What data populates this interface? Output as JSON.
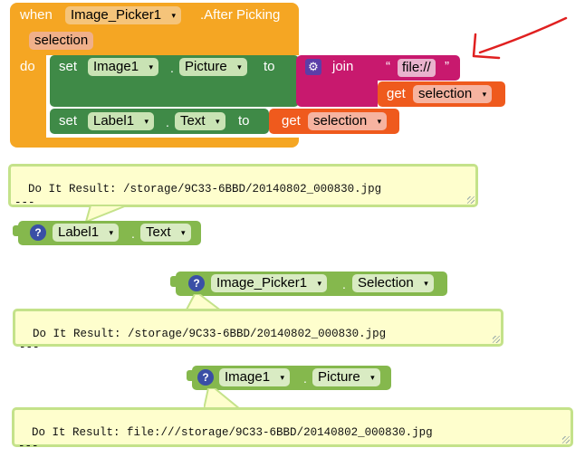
{
  "event_block": {
    "when_label": "when",
    "component": "Image_Picker1",
    "event_name": ".After Picking",
    "param": "selection",
    "do_label": "do"
  },
  "stmt1": {
    "set_label": "set",
    "component": "Image1",
    "dot": ".",
    "property": "Picture",
    "to_label": "to",
    "join_label": "join",
    "text_open_quote": "“",
    "text_value": "file://",
    "text_close_quote": "”",
    "get_label": "get",
    "get_var": "selection"
  },
  "stmt2": {
    "set_label": "set",
    "component": "Label1",
    "dot": ".",
    "property": "Text",
    "to_label": "to",
    "get_label": "get",
    "get_var": "selection"
  },
  "result1": "Do It Result: /storage/9C33-6BBD/20140802_000830.jpg\n---",
  "getter1": {
    "component": "Label1",
    "dot": ".",
    "property": "Text"
  },
  "getter2": {
    "component": "Image_Picker1",
    "dot": ".",
    "property": "Selection"
  },
  "result2": "Do It Result: /storage/9C33-6BBD/20140802_000830.jpg\n---",
  "getter3": {
    "component": "Image1",
    "dot": ".",
    "property": "Picture"
  },
  "result3": "Do It Result: file:///storage/9C33-6BBD/20140802_000830.jpg\n---",
  "icons": {
    "question": "?",
    "gear": "⚙",
    "dropdown": "▾"
  },
  "colors": {
    "event_orange": "#f5a623",
    "setter_green": "#3f8a47",
    "join_magenta": "#c8196e",
    "getter_orange": "#ef5a1d",
    "component_green": "#85b84d",
    "result_bg": "#fefecd",
    "annotation_arrow": "#e02020"
  }
}
